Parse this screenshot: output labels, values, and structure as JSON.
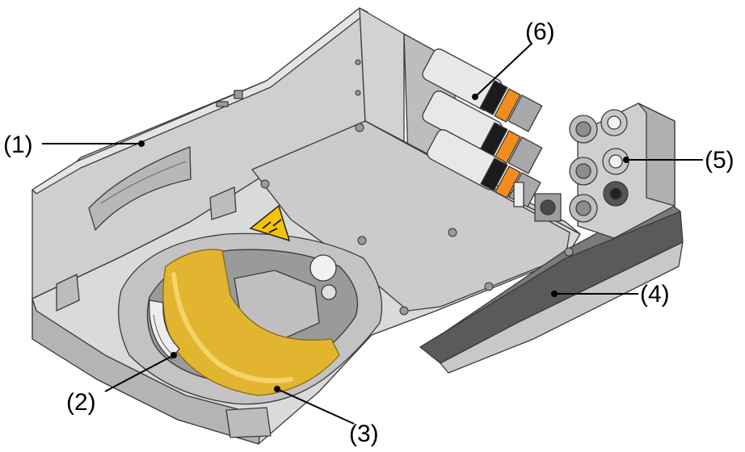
{
  "callouts": [
    {
      "id": "1",
      "text": "(1)"
    },
    {
      "id": "2",
      "text": "(2)"
    },
    {
      "id": "3",
      "text": "(3)"
    },
    {
      "id": "4",
      "text": "(4)"
    },
    {
      "id": "5",
      "text": "(5)"
    },
    {
      "id": "6",
      "text": "(6)"
    }
  ],
  "colors": {
    "housing_light": "#d9d9d9",
    "housing_mid": "#c4c4c4",
    "housing_dark": "#a8a8a8",
    "rail_dark": "#555555",
    "seal_ring": "#e1b52f",
    "connector_orange": "#f28c1e",
    "connector_black": "#1b1b1b",
    "warning_yellow": "#f5c400"
  }
}
